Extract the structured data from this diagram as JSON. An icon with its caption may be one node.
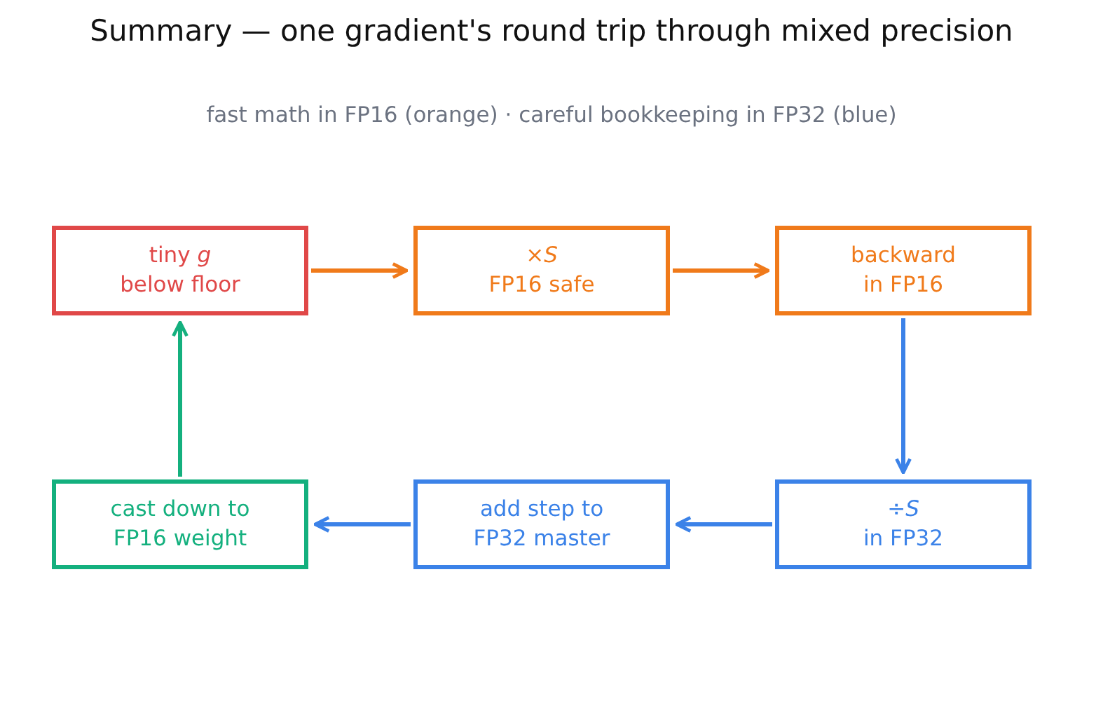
{
  "diagram": {
    "title": "Summary — one gradient's round trip through mixed precision",
    "caption": "fast math in FP16 (orange) · careful bookkeeping in FP32 (blue)",
    "nodes": [
      {
        "text": [
          "tiny *g*",
          "below floor"
        ]
      },
      {
        "text": [
          "×*S*",
          "FP16 safe"
        ]
      },
      {
        "text": [
          "backward",
          "in FP16"
        ]
      },
      {
        "text": [
          "cast down to",
          "FP16 weight"
        ]
      },
      {
        "text": [
          "add step to",
          "FP32 master"
        ]
      },
      {
        "text": [
          "÷*S*",
          "in FP32"
        ]
      }
    ],
    "edges": [
      {
        "from": 0,
        "to": 1,
        "arrow": "to",
        "color": "#f07a1a"
      },
      {
        "from": 1,
        "to": 2,
        "arrow": "to",
        "color": "#f07a1a"
      },
      {
        "from": 2,
        "to": 5,
        "arrow": "to"
      },
      {
        "from": 5,
        "to": 4,
        "arrow": "to"
      },
      {
        "from": 4,
        "to": 3,
        "arrow": "to"
      },
      {
        "from": 3,
        "to": 0,
        "arrow": "to",
        "color": "#14b07e"
      }
    ]
  }
}
